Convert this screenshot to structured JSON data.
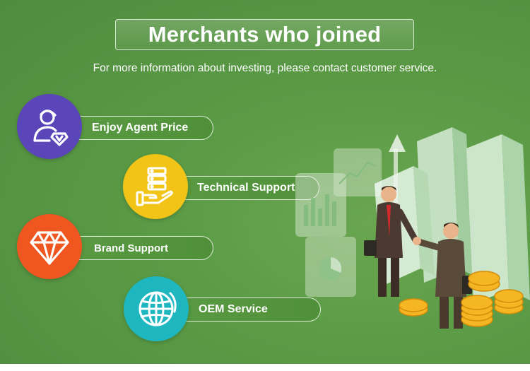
{
  "header": {
    "title": "Merchants who joined",
    "subtitle": "For more information about investing, please contact customer service."
  },
  "features": [
    {
      "label": "Enjoy Agent Price",
      "icon": "user-diamond-icon",
      "color": "#5a46b8"
    },
    {
      "label": "Technical Support",
      "icon": "server-hand-icon",
      "color": "#f2c418"
    },
    {
      "label": "Brand Support",
      "icon": "diamond-icon",
      "color": "#f0561f"
    },
    {
      "label": "OEM Service",
      "icon": "globe-icon",
      "color": "#1fb7bf"
    }
  ],
  "colors": {
    "background": "#5a9a45",
    "pill_border": "#ffffff",
    "coin": "#f5b623"
  }
}
